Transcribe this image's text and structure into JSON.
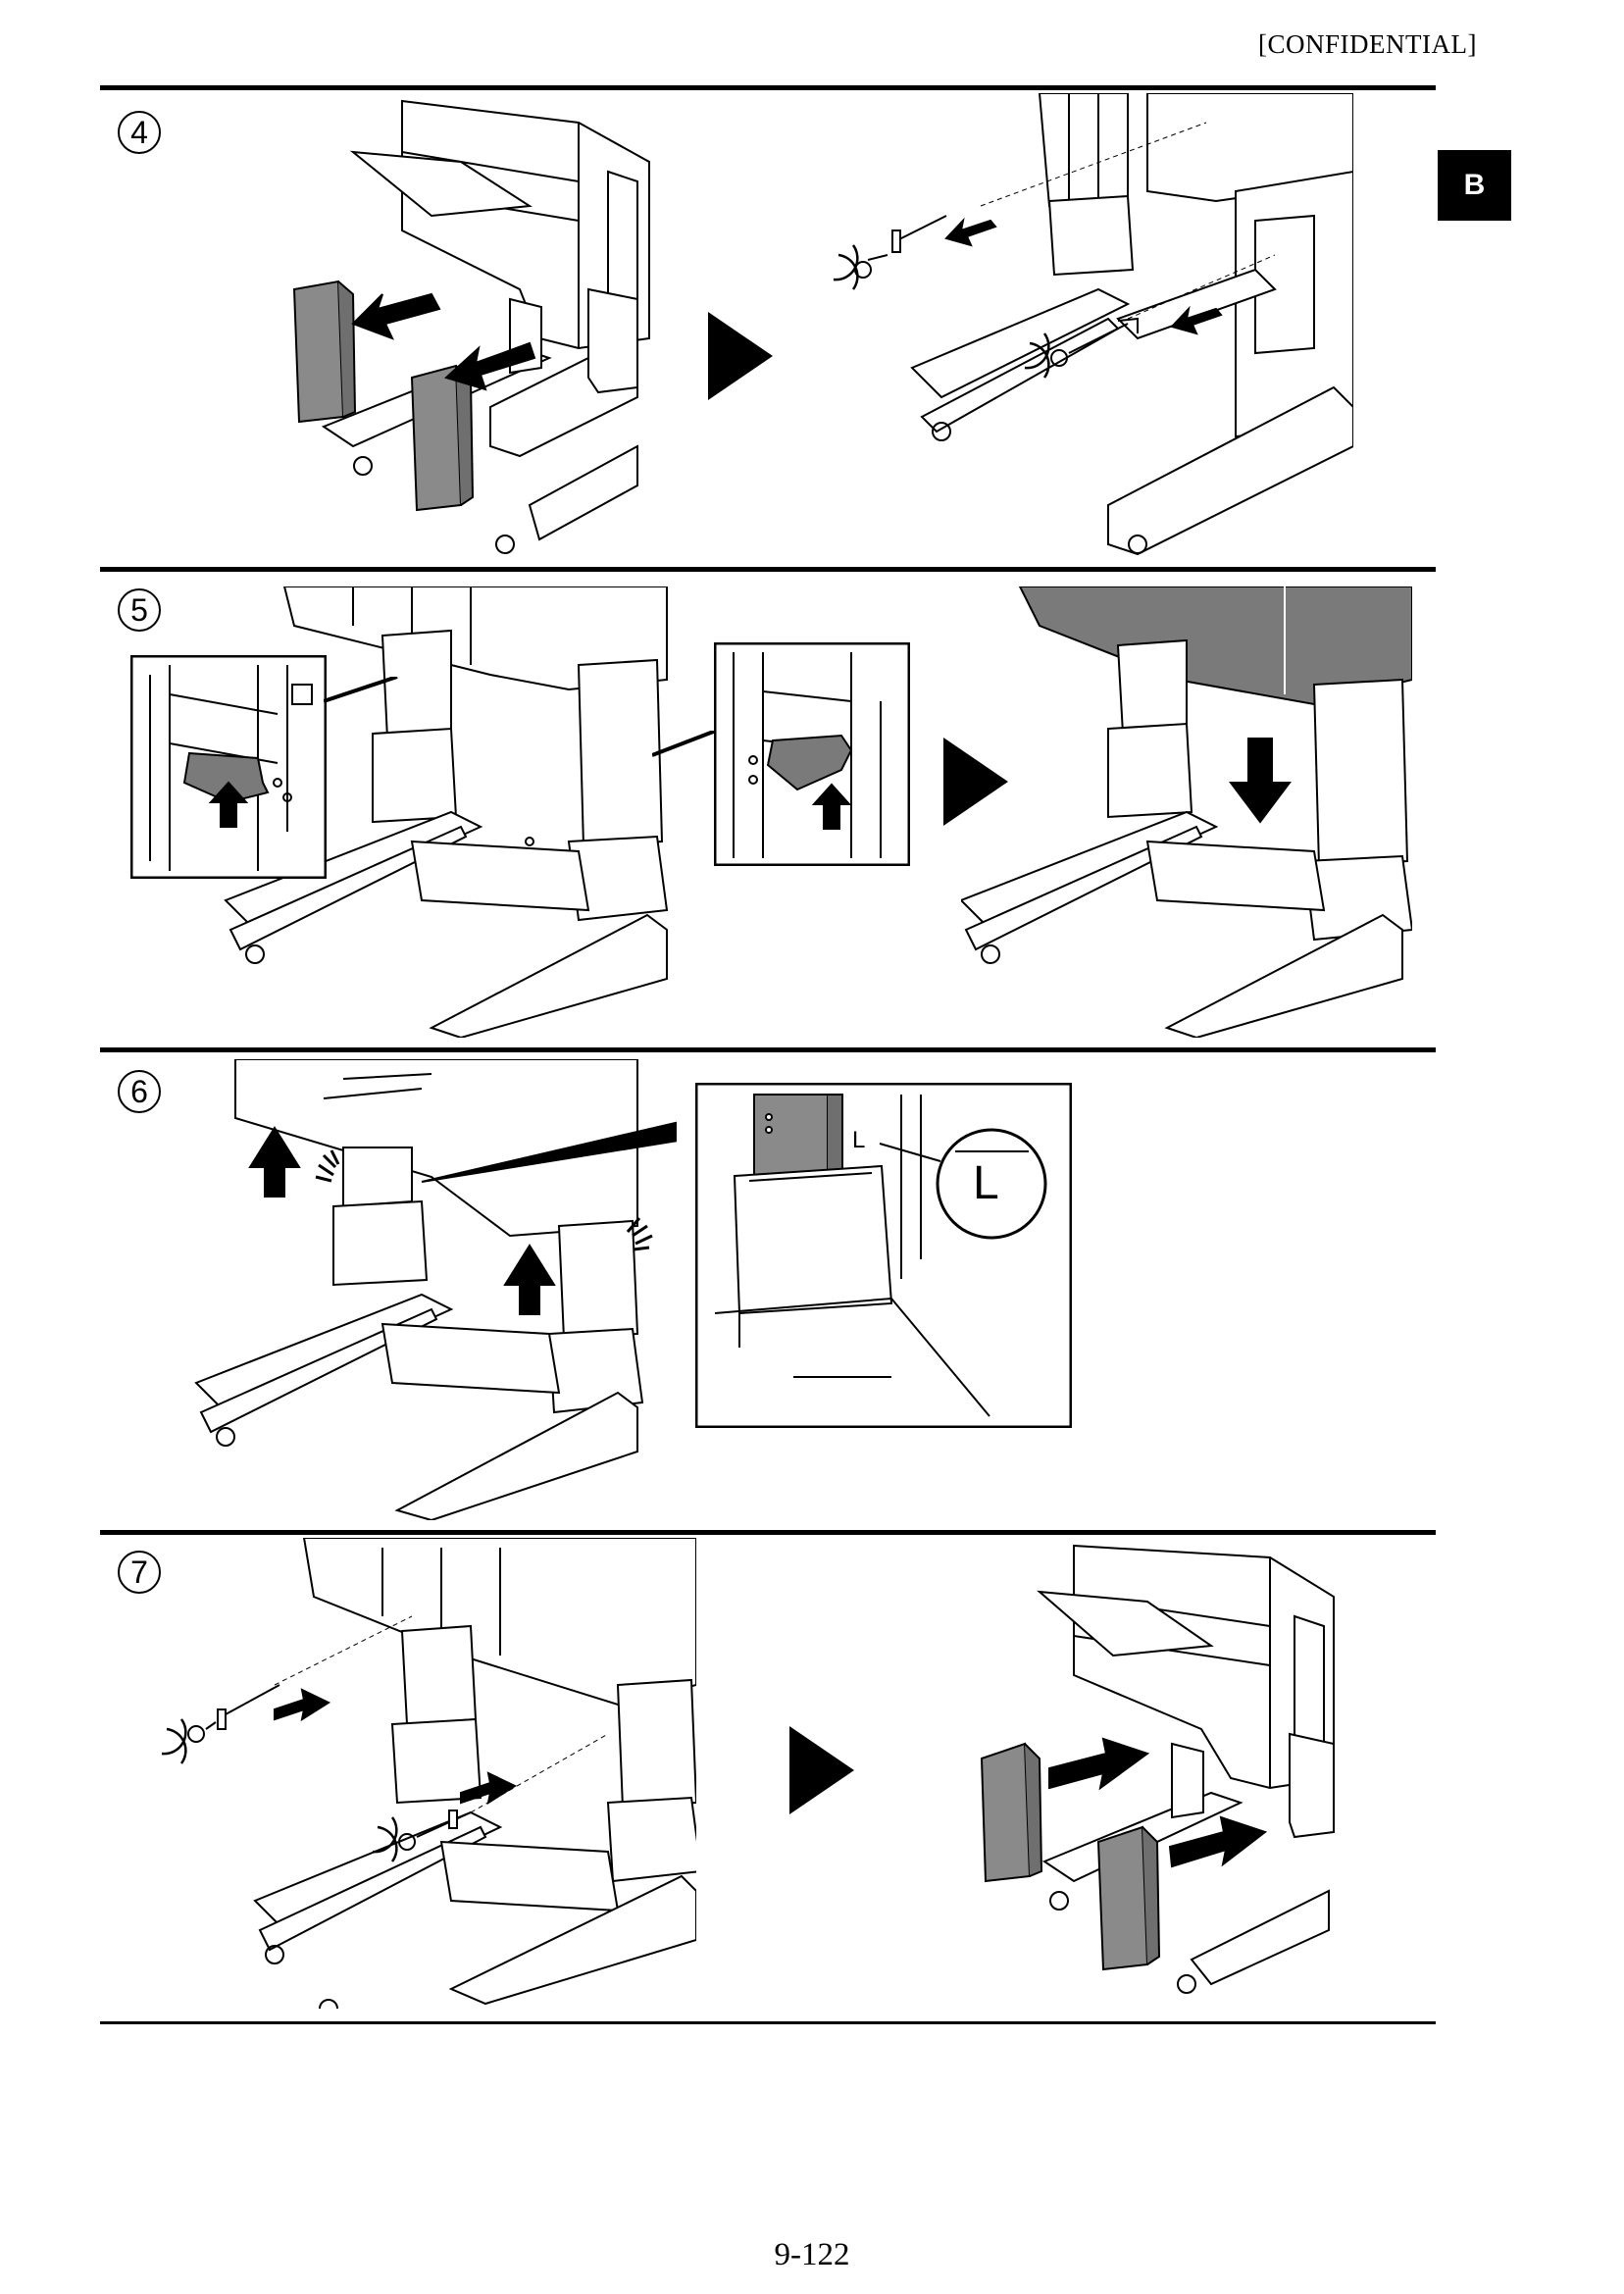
{
  "header": {
    "confidential": "[CONFIDENTIAL]",
    "section_tab": "B"
  },
  "steps": [
    {
      "number": "4"
    },
    {
      "number": "5"
    },
    {
      "number": "6",
      "callout_label_small": "L",
      "callout_label_large": "L"
    },
    {
      "number": "7"
    }
  ],
  "footer": {
    "page_number": "9-122"
  },
  "colors": {
    "cover_gray": "#8a8a8a",
    "line": "#000000",
    "shade_dark": "#7a7a7a"
  }
}
